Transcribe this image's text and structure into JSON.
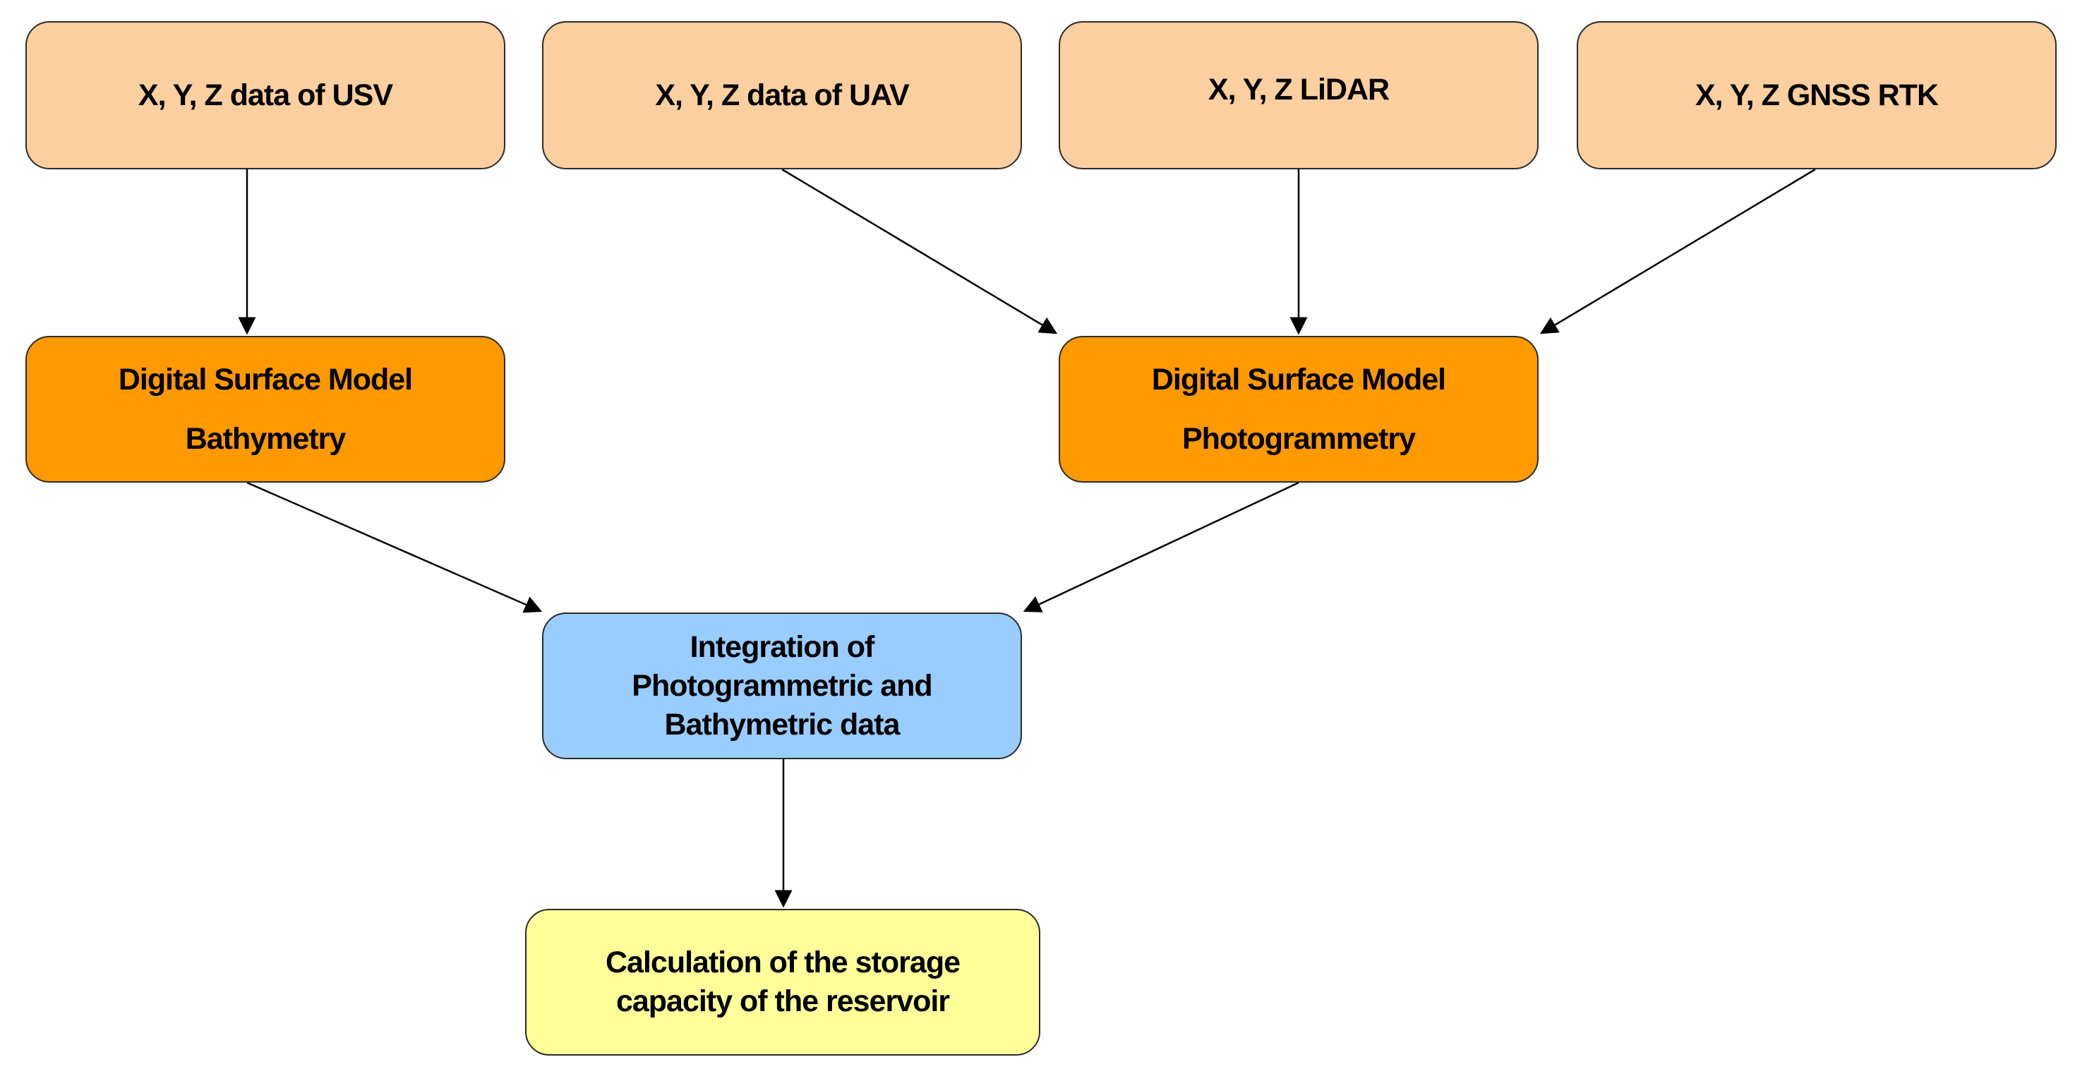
{
  "boxes": {
    "usv": {
      "lines": [
        "X, Y,  Z data of USV"
      ],
      "color": "#fbcf9f"
    },
    "uav": {
      "lines": [
        "X, Y, Z data of UAV"
      ],
      "color": "#fbcf9f"
    },
    "lidar": {
      "lines": [
        "X, Y, Z LiDAR"
      ],
      "color": "#fbcf9f"
    },
    "gnss": {
      "lines": [
        "X, Y, Z GNSS RTK"
      ],
      "color": "#fbcf9f"
    },
    "dsm_bathymetry": {
      "lines": [
        "Digital Surface Model",
        "Bathymetry"
      ],
      "color": "#ff9900"
    },
    "dsm_photogrammetry": {
      "lines": [
        "Digital Surface Model",
        "Photogrammetry"
      ],
      "color": "#ff9900"
    },
    "integration": {
      "lines": [
        "Integration of",
        "Photogrammetric and",
        "Bathymetric data"
      ],
      "color": "#99ccff"
    },
    "result": {
      "lines": [
        "Calculation of the storage",
        "capacity of the reservoir"
      ],
      "color": "#ffff99"
    }
  },
  "edges": [
    {
      "from": "usv",
      "to": "dsm_bathymetry"
    },
    {
      "from": "uav",
      "to": "dsm_photogrammetry"
    },
    {
      "from": "lidar",
      "to": "dsm_photogrammetry"
    },
    {
      "from": "gnss",
      "to": "dsm_photogrammetry"
    },
    {
      "from": "dsm_bathymetry",
      "to": "integration"
    },
    {
      "from": "dsm_photogrammetry",
      "to": "integration"
    },
    {
      "from": "integration",
      "to": "result"
    }
  ]
}
